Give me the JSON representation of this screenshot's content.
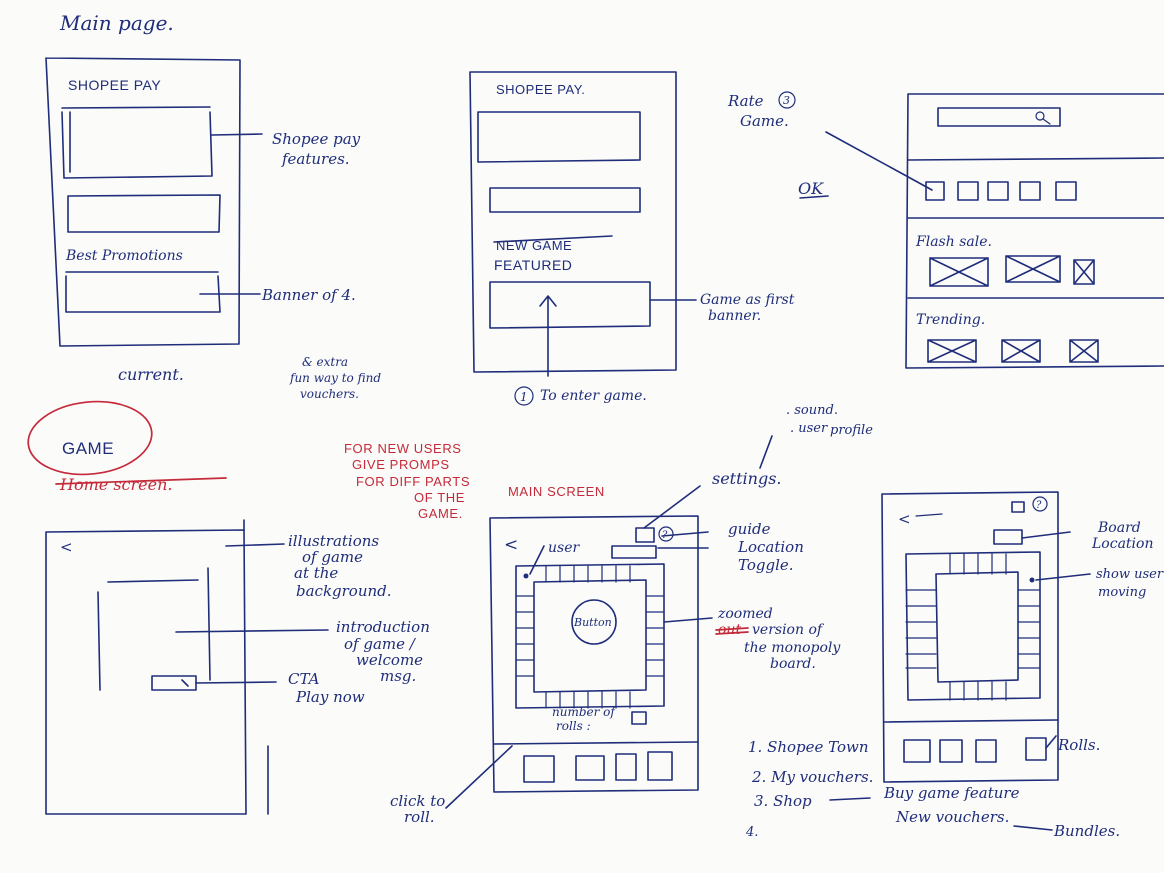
{
  "colors": {
    "ink": "#1f2d7a",
    "red_ink": "#c42a3a",
    "paper": "#fbfbf9"
  },
  "sketch1": {
    "title": "Main page.",
    "header": "SHOPEE PAY",
    "section_label": "Best Promotions",
    "note_features_1": "Shopee pay",
    "note_features_2": "features.",
    "note_banner": "Banner of 4.",
    "caption": "current."
  },
  "extra_note": [
    "& extra",
    "fun way to find",
    "vouchers."
  ],
  "sketch2": {
    "header": "SHOPEE PAY.",
    "struck_label": "NEW GAME",
    "featured_label": "FEATURED",
    "note_banner_1": "Game as first",
    "note_banner_2": "banner.",
    "step_number": "1",
    "note_enter": "To enter game."
  },
  "sketch3": {
    "note_rate_1": "Rate",
    "note_rate_number": "3",
    "note_rate_2": "Game.",
    "ok_label": "OK",
    "flash_label": "Flash sale.",
    "trending_label": "Trending."
  },
  "game_label": {
    "circled": "GAME",
    "struck": "Home screen."
  },
  "red_notes": [
    "FOR NEW USERS",
    "GIVE PROMPS",
    "FOR DIFF PARTS",
    "OF THE",
    "GAME."
  ],
  "sketch4": {
    "back_glyph": "<",
    "note_illus": [
      "illustrations",
      "of game",
      "at the",
      "background."
    ],
    "note_intro": [
      "introduction",
      "of game /",
      "welcome",
      "msg."
    ],
    "note_cta": [
      "CTA",
      "Play now"
    ]
  },
  "sketch5": {
    "title": "MAIN SCREEN",
    "back_glyph": "<",
    "user_label": "user",
    "guide_glyph": "?",
    "button_label": "Button",
    "rolls_label_1": "number of",
    "rolls_label_2": "rolls :",
    "note_settings": "settings.",
    "note_sound": ". sound.",
    "note_profile_1": ". user",
    "note_profile_2": "profile",
    "note_guide": "guide",
    "note_location_1": "Location",
    "note_location_2": "Toggle.",
    "note_zoom_struck": "out",
    "note_zoom": [
      "zoomed",
      "version of",
      "the monopoly",
      "board."
    ],
    "note_click_1": "click to",
    "note_click_2": "roll."
  },
  "sketch6": {
    "back_glyph": "<",
    "guide_glyph": "?",
    "note_board_1": "Board",
    "note_board_2": "Location",
    "note_user_1": "show user",
    "note_user_2": "moving",
    "note_rolls": "Rolls."
  },
  "nav_list": {
    "items": [
      "1. Shopee Town",
      "2. My vouchers.",
      "3. Shop"
    ],
    "shop_note_1": "Buy game feature",
    "shop_note_2": "New vouchers.",
    "bundles": "Bundles.",
    "last_index": "4."
  }
}
